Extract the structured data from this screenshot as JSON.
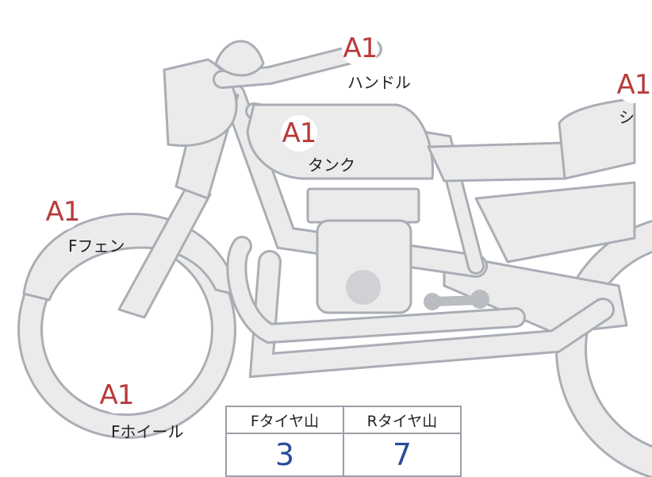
{
  "markers": [
    {
      "id": "handle",
      "grade": "A1",
      "label": "ハンドル"
    },
    {
      "id": "tank",
      "grade": "A1",
      "label": "タンク"
    },
    {
      "id": "front-fender",
      "grade": "A1",
      "label": "Fフェン"
    },
    {
      "id": "front-wheel",
      "grade": "A1",
      "label": "Fホイール"
    },
    {
      "id": "seat",
      "grade": "A1",
      "label": "シ"
    }
  ],
  "tread_table": {
    "headers": [
      "Fタイヤ山",
      "Rタイヤ山"
    ],
    "values": [
      "3",
      "7"
    ]
  },
  "colors": {
    "grade_text": "#b83a3a",
    "value_text": "#2a4b9a",
    "part_fill": "#ebebeb",
    "part_outline": "#a9aeb5"
  }
}
